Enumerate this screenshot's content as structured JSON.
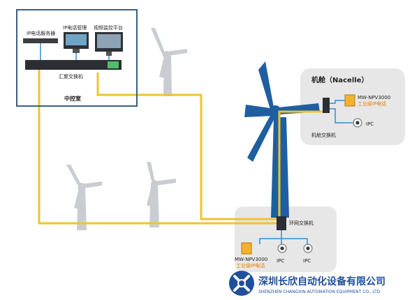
{
  "control_room": {
    "title": "中控室",
    "ip_phone_server": "IP电话服务器",
    "ip_phone_mgmt": "IP电话管理",
    "video_platform": "视频监控平台",
    "aggregation_switch": "汇聚交换机"
  },
  "nacelle": {
    "title": "机舱（Nacelle）",
    "switch_label": "机舱交换机",
    "phone_model": "MW-NPV3000",
    "phone_desc": "工业级IP电话",
    "ipc_label": "IPC"
  },
  "tower_base": {
    "switch_label": "环网交换机",
    "phone_model": "MW-NPV3000",
    "phone_desc": "工业级IP电话",
    "ipc1_label": "IPC",
    "ipc2_label": "IPC"
  },
  "company": {
    "name_cn": "深圳长欣自动化设备有限公司",
    "name_en": "SHENZHEN CHANGXIN AUTOMATION EQUIPMENT CO., LTD"
  },
  "colors": {
    "fiber": "#f2c230",
    "control_border": "#3a5f86",
    "turbine_blue": "#1f5fa0",
    "blue_link": "#2e8fd8",
    "turbine_grey": "#c9cdd2",
    "panel_bg": "#e7e7e7",
    "phone_desc_color": "#e67a00",
    "logo_blue": "#1f4f9a"
  }
}
